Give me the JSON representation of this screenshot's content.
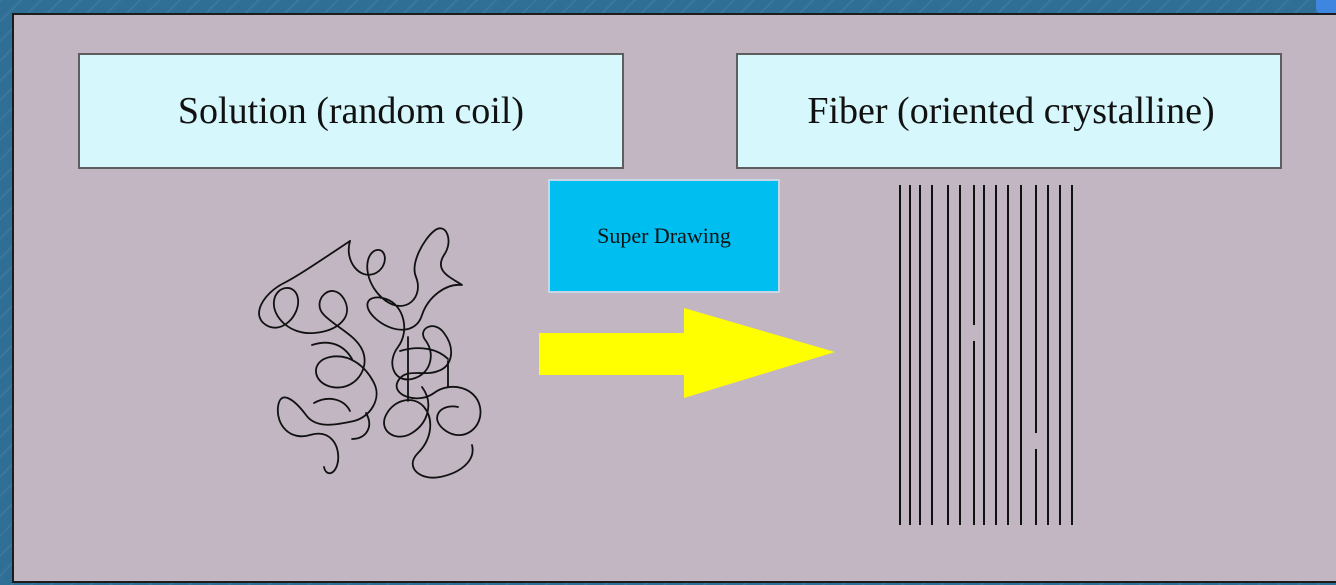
{
  "labels": {
    "solution": "Solution (random coil)",
    "fiber": "Fiber (oriented crystalline)",
    "process": "Super Drawing"
  },
  "colors": {
    "background": "#2f6f96",
    "panel": "#c1b6c1",
    "label_box": "#d6f8fc",
    "process_box": "#00bef0",
    "arrow": "#ffff00",
    "strands": "#000000"
  },
  "icons": {
    "coil": "random-coil-icon",
    "arrow": "right-arrow-icon",
    "fiber": "aligned-fibers-icon"
  }
}
